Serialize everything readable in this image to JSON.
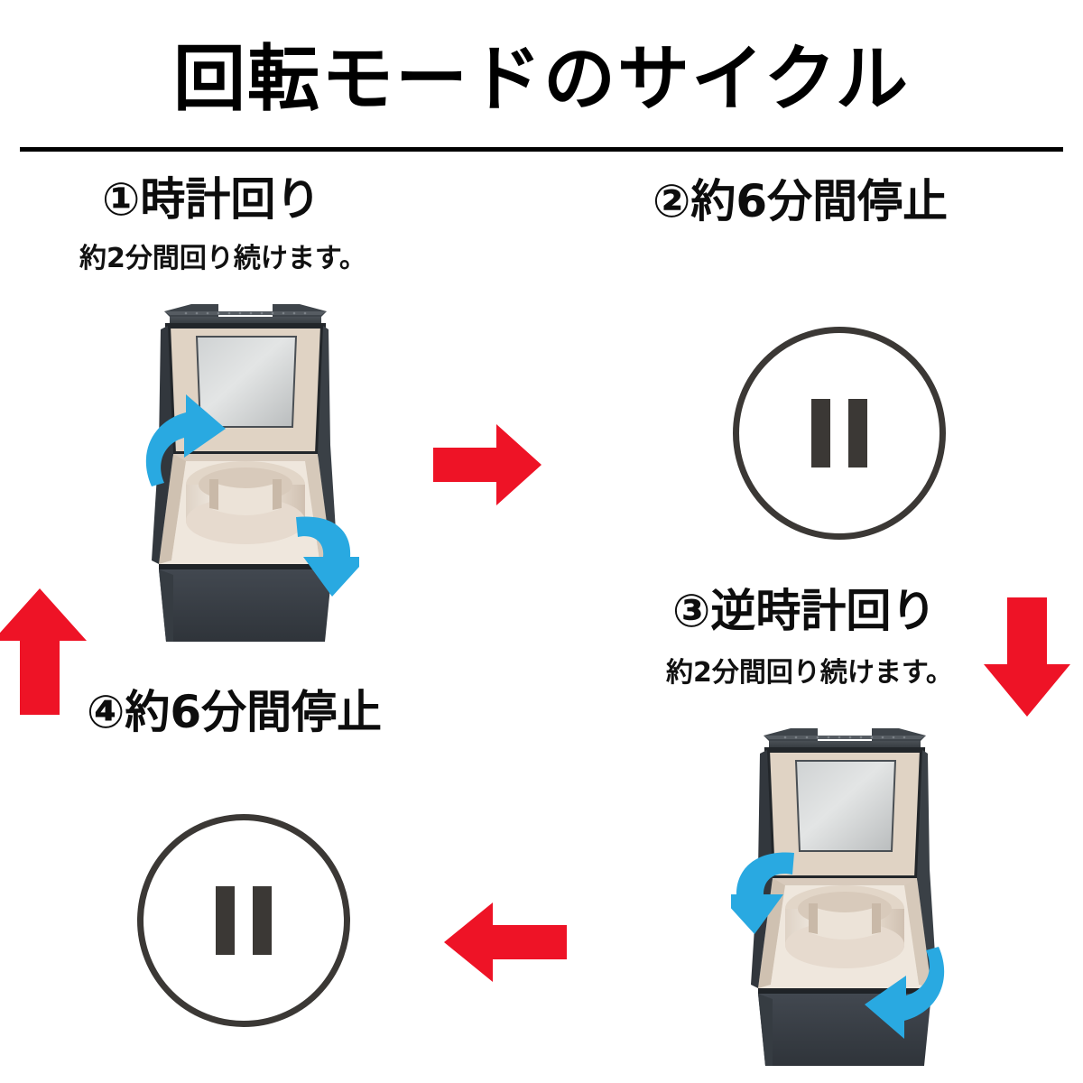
{
  "header": {
    "title": "回転モードのサイクル"
  },
  "colors": {
    "red_arrow": "#ee1326",
    "blue_arrow": "#29a9e1",
    "pause_gray": "#3b3835",
    "box_leather": "#3a4046",
    "box_interior": "#e6dbcf",
    "watch_pillow": "#e9e0d6",
    "rule_black": "#000000"
  },
  "steps": [
    {
      "id": "step-1",
      "marker": "①",
      "heading": "①時計回り",
      "subtitle": "約2分間回り続けます。",
      "visual": "watch-winder-box",
      "rotation": "clockwise",
      "duration_text": "約2分間"
    },
    {
      "id": "step-2",
      "marker": "②",
      "heading": "②約6分間停止",
      "subtitle": "",
      "visual": "pause-icon",
      "rotation": "stopped",
      "duration_text": "約6分間"
    },
    {
      "id": "step-3",
      "marker": "③",
      "heading": "③逆時計回り",
      "subtitle": "約2分間回り続けます。",
      "visual": "watch-winder-box",
      "rotation": "counter-clockwise",
      "duration_text": "約2分間"
    },
    {
      "id": "step-4",
      "marker": "④",
      "heading": "④約6分間停止",
      "subtitle": "",
      "visual": "pause-icon",
      "rotation": "stopped",
      "duration_text": "約6分間"
    }
  ],
  "flow_arrows": [
    {
      "id": "arrow-1-to-2",
      "direction": "right",
      "icon": "arrow-right-icon"
    },
    {
      "id": "arrow-2-to-3",
      "direction": "down",
      "icon": "arrow-down-icon"
    },
    {
      "id": "arrow-3-to-4",
      "direction": "left",
      "icon": "arrow-left-icon"
    },
    {
      "id": "arrow-4-to-1",
      "direction": "up",
      "icon": "arrow-up-icon"
    }
  ],
  "icons": {
    "pause": "pause-icon",
    "rotation_clockwise": "rotate-clockwise-icon",
    "rotation_counter_clockwise": "rotate-counter-clockwise-icon"
  }
}
